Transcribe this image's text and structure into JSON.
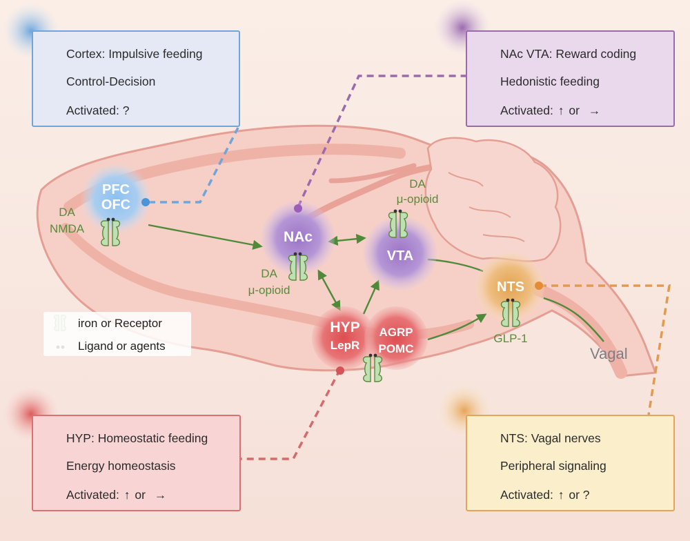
{
  "boxes": {
    "cortex": {
      "line1": "Cortex: Impulsive feeding",
      "line2": "Control-Decision",
      "line3": "Activated: ?"
    },
    "reward": {
      "line1": "NAc VTA: Reward coding",
      "line2": "Hedonistic feeding",
      "line3_prefix": "Activated:",
      "line3_up": "↑",
      "line3_mid": "or",
      "line3_right": "→"
    },
    "hyp": {
      "line1": "HYP: Homeostatic feeding",
      "line2": "Energy homeostasis",
      "line3_prefix": "Activated:",
      "line3_up": "↑",
      "line3_mid": "or",
      "line3_right": "→"
    },
    "nts": {
      "line1": "NTS: Vagal nerves",
      "line2": "Peripheral signaling",
      "line3_prefix": "Activated:",
      "line3_up": "↑",
      "line3_mid": "or ?"
    }
  },
  "nodes": {
    "pfc": {
      "line1": "PFC",
      "line2": "OFC",
      "ligands": "DA\nNMDA"
    },
    "nac": {
      "label": "NAc",
      "ligand1": "DA",
      "ligand2": "μ-opioid"
    },
    "vta": {
      "label": "VTA",
      "ligand1": "DA",
      "ligand2": "μ-opioid"
    },
    "hyp": {
      "label1": "HYP",
      "label2": "LepR",
      "label3": "AGRP",
      "label4": "POMC"
    },
    "nts": {
      "label": "NTS",
      "ligand": "GLP-1"
    }
  },
  "vagal": "Vagal",
  "legend": {
    "receptor": "iron or Receptor",
    "ligand": "Ligand or agents"
  },
  "colors": {
    "cortex": "#6ea6dc",
    "reward": "#9a6aad",
    "hyp": "#de6f70",
    "nts": "#e6a457",
    "arrow": "#4f8a3a",
    "brain": "#f4bcb1"
  }
}
